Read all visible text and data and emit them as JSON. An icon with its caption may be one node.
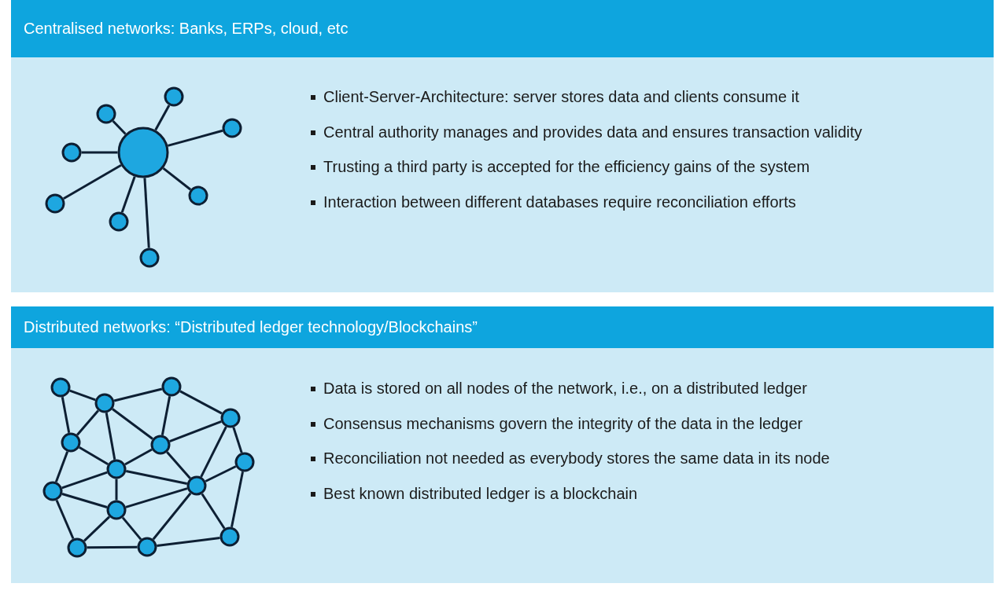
{
  "diagram": {
    "nodes": [
      {
        "text": [
          "Centralised networks: Banks, ERPs, cloud, etc",
          "Client-Server-Architecture: server stores data and clients consume it",
          "Central authority manages and provides data and ensures transaction validity",
          "Trusting a third party is accepted for the efficiency gains of the system",
          "Interaction between different databases require reconciliation efforts"
        ]
      },
      {
        "text": [],
        "shape": "circle",
        "in": 0
      },
      {
        "text": [],
        "shape": "circle",
        "in": 0
      },
      {
        "text": [],
        "shape": "circle",
        "in": 0
      },
      {
        "text": [],
        "shape": "circle",
        "in": 0
      },
      {
        "text": [],
        "shape": "circle",
        "in": 0
      },
      {
        "text": [],
        "shape": "circle",
        "in": 0
      },
      {
        "text": [],
        "shape": "circle",
        "in": 0
      },
      {
        "text": [],
        "shape": "circle",
        "in": 0
      },
      {
        "text": [],
        "shape": "circle",
        "in": 0
      },
      {
        "text": [
          "Distributed networks: “Distributed ledger technology/Blockchains”",
          "Data is stored on all nodes of the network, i.e., on a distributed ledger",
          "Consensus mechanisms govern the integrity of the data in the ledger",
          "Reconciliation not needed as everybody stores the same data in its node",
          "Best known distributed ledger is a blockchain"
        ]
      },
      {
        "text": [],
        "shape": "circle",
        "in": 10
      },
      {
        "text": [],
        "shape": "circle",
        "in": 10
      },
      {
        "text": [],
        "shape": "circle",
        "in": 10
      },
      {
        "text": [],
        "shape": "circle",
        "in": 10
      },
      {
        "text": [],
        "shape": "circle",
        "in": 10
      },
      {
        "text": [],
        "shape": "circle",
        "in": 10
      },
      {
        "text": [],
        "shape": "circle",
        "in": 10
      },
      {
        "text": [],
        "shape": "circle",
        "in": 10
      },
      {
        "text": [],
        "shape": "circle",
        "in": 10
      },
      {
        "text": [],
        "shape": "circle",
        "in": 10
      },
      {
        "text": [],
        "shape": "circle",
        "in": 10
      },
      {
        "text": [],
        "shape": "circle",
        "in": 10
      },
      {
        "text": [],
        "shape": "circle",
        "in": 10
      },
      {
        "text": [],
        "shape": "circle",
        "in": 10
      }
    ],
    "edges": [
      {
        "from": 1,
        "to": 2,
        "arrow": "none"
      },
      {
        "from": 1,
        "to": 3,
        "arrow": "none"
      },
      {
        "from": 1,
        "to": 4,
        "arrow": "none"
      },
      {
        "from": 1,
        "to": 5,
        "arrow": "none"
      },
      {
        "from": 1,
        "to": 6,
        "arrow": "none"
      },
      {
        "from": 1,
        "to": 7,
        "arrow": "none"
      },
      {
        "from": 1,
        "to": 8,
        "arrow": "none"
      },
      {
        "from": 1,
        "to": 9,
        "arrow": "none"
      },
      {
        "from": 11,
        "to": 12,
        "arrow": "none"
      },
      {
        "from": 11,
        "to": 15,
        "arrow": "none"
      },
      {
        "from": 12,
        "to": 13,
        "arrow": "none"
      },
      {
        "from": 12,
        "to": 15,
        "arrow": "none"
      },
      {
        "from": 12,
        "to": 18,
        "arrow": "none"
      },
      {
        "from": 12,
        "to": 16,
        "arrow": "none"
      },
      {
        "from": 13,
        "to": 16,
        "arrow": "none"
      },
      {
        "from": 13,
        "to": 14,
        "arrow": "none"
      },
      {
        "from": 14,
        "to": 16,
        "arrow": "none"
      },
      {
        "from": 14,
        "to": 20,
        "arrow": "none"
      },
      {
        "from": 14,
        "to": 17,
        "arrow": "none"
      },
      {
        "from": 15,
        "to": 18,
        "arrow": "none"
      },
      {
        "from": 15,
        "to": 19,
        "arrow": "none"
      },
      {
        "from": 16,
        "to": 18,
        "arrow": "none"
      },
      {
        "from": 16,
        "to": 20,
        "arrow": "none"
      },
      {
        "from": 17,
        "to": 20,
        "arrow": "none"
      },
      {
        "from": 17,
        "to": 24,
        "arrow": "none"
      },
      {
        "from": 18,
        "to": 19,
        "arrow": "none"
      },
      {
        "from": 18,
        "to": 20,
        "arrow": "none"
      },
      {
        "from": 18,
        "to": 21,
        "arrow": "none"
      },
      {
        "from": 19,
        "to": 21,
        "arrow": "none"
      },
      {
        "from": 19,
        "to": 22,
        "arrow": "none"
      },
      {
        "from": 21,
        "to": 20,
        "arrow": "none"
      },
      {
        "from": 21,
        "to": 22,
        "arrow": "none"
      },
      {
        "from": 21,
        "to": 23,
        "arrow": "none"
      },
      {
        "from": 22,
        "to": 23,
        "arrow": "none"
      },
      {
        "from": 23,
        "to": 20,
        "arrow": "none"
      },
      {
        "from": 23,
        "to": 24,
        "arrow": "none"
      },
      {
        "from": 20,
        "to": 24,
        "arrow": "none"
      }
    ]
  }
}
